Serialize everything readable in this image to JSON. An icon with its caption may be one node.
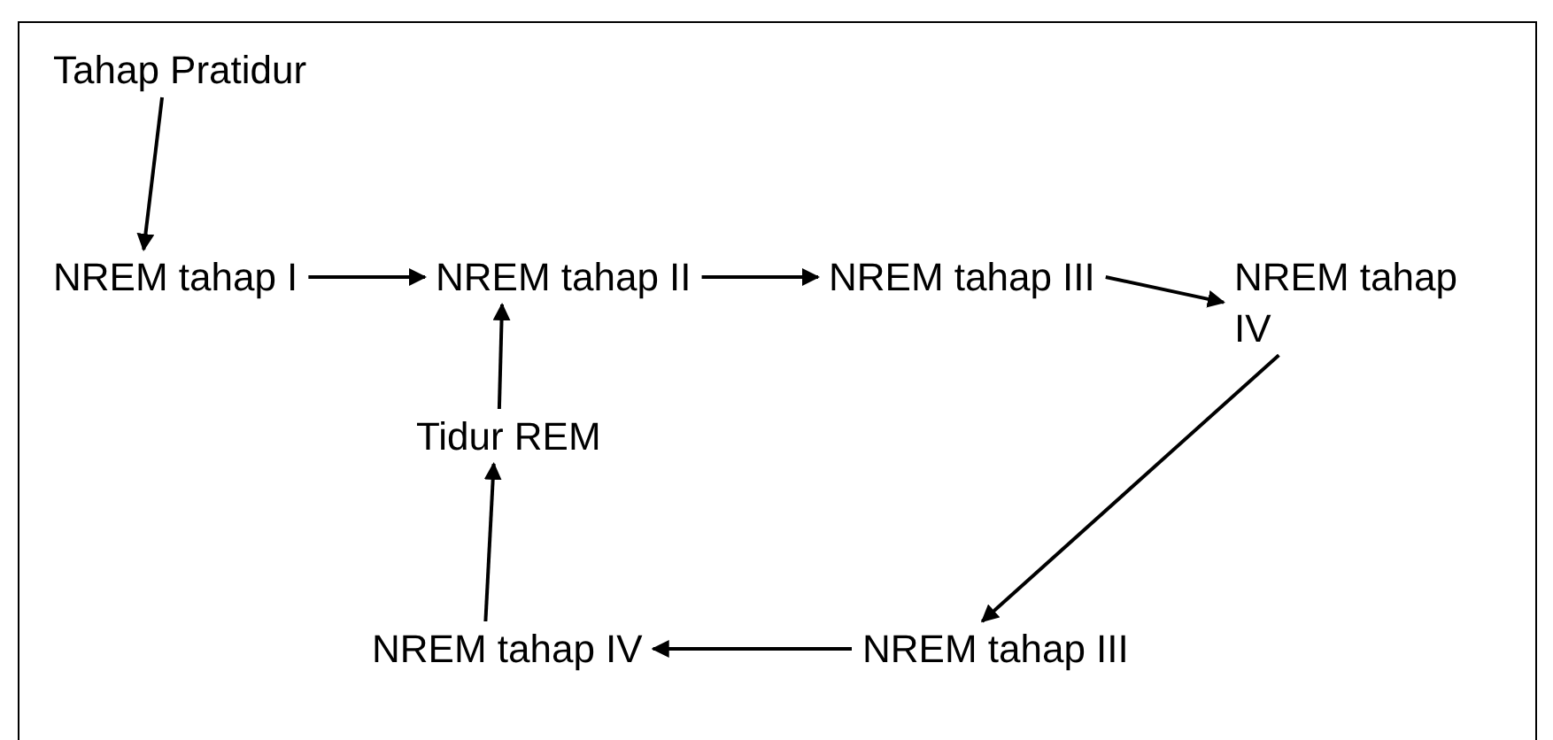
{
  "diagram": {
    "nodes": [
      {
        "text": [
          "Tahap Pratidur"
        ]
      },
      {
        "text": [
          "NREM tahap I"
        ]
      },
      {
        "text": [
          "NREM tahap II"
        ]
      },
      {
        "text": [
          "NREM tahap III"
        ]
      },
      {
        "text": [
          "NREM tahap IV"
        ]
      },
      {
        "text": [
          "Tidur REM"
        ]
      },
      {
        "text": [
          "NREM tahap IV"
        ]
      },
      {
        "text": [
          "NREM tahap III"
        ]
      }
    ],
    "edges": [
      {
        "from": 0,
        "to": 1,
        "arrow": "to"
      },
      {
        "from": 1,
        "to": 2,
        "arrow": "to"
      },
      {
        "from": 2,
        "to": 3,
        "arrow": "to"
      },
      {
        "from": 3,
        "to": 4,
        "arrow": "to"
      },
      {
        "from": 4,
        "to": 7,
        "arrow": "to"
      },
      {
        "from": 7,
        "to": 6,
        "arrow": "to"
      },
      {
        "from": 6,
        "to": 5,
        "arrow": "to"
      },
      {
        "from": 5,
        "to": 2,
        "arrow": "to"
      }
    ]
  }
}
